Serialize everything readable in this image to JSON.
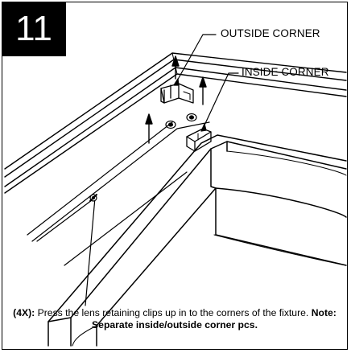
{
  "step": {
    "number": "11"
  },
  "callouts": {
    "outside_corner": "OUTSIDE CORNER",
    "inside_corner": "INSIDE CORNER"
  },
  "caption": {
    "qty": "(4X):",
    "instruction": " Press the lens retaining clips up in to the corners of the fixture. ",
    "note": "Note: Separate inside/outside corner pcs."
  },
  "colors": {
    "ink": "#000000",
    "paper": "#ffffff"
  }
}
